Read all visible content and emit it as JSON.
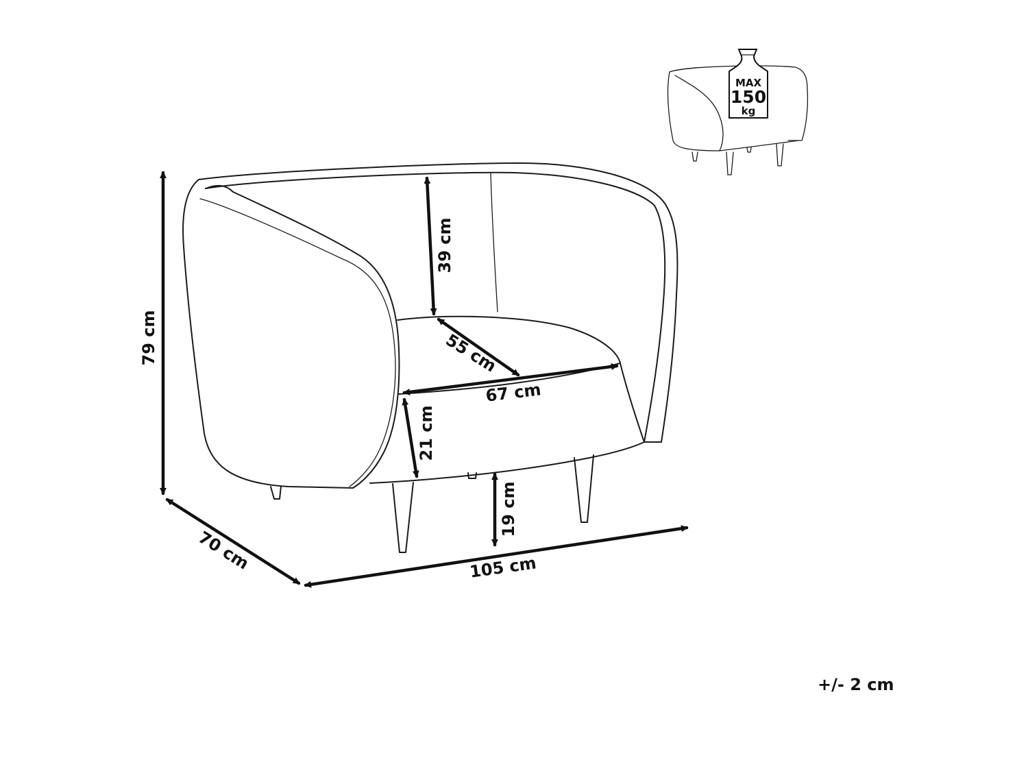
{
  "dimensions": {
    "height_total": "79 cm",
    "depth_total": "70 cm",
    "width_total": "105 cm",
    "back_height": "39 cm",
    "seat_depth": "55 cm",
    "seat_width": "67 cm",
    "seat_thickness": "21 cm",
    "leg_height": "19 cm"
  },
  "max_load": {
    "line1": "MAX",
    "line2": "150",
    "line3": "kg"
  },
  "tolerance": "+/- 2 cm"
}
